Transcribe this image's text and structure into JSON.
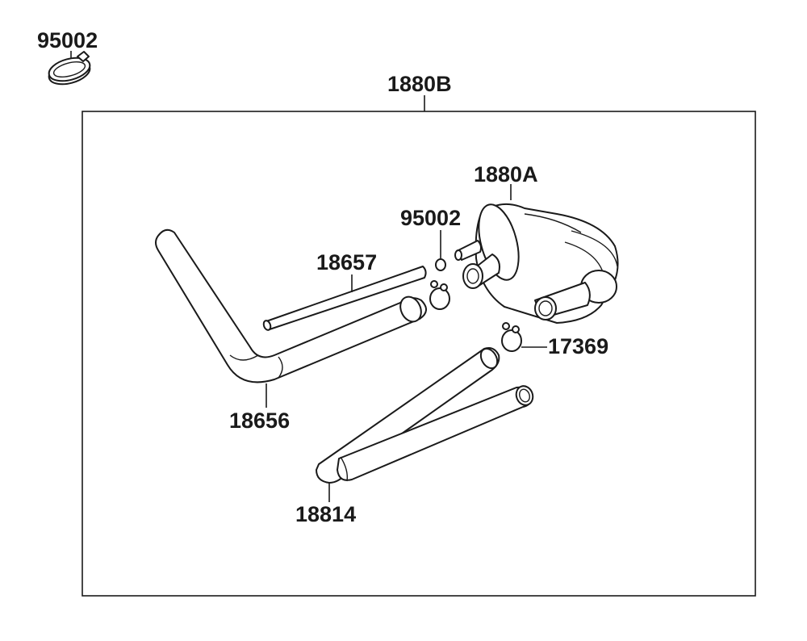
{
  "labels": {
    "clamp_outside": "95002",
    "assembly": "1880B",
    "valve": "1880A",
    "clamp_inside": "95002",
    "hose_thin": "18657",
    "clip": "17369",
    "hose_l": "18656",
    "hose_y": "18814"
  }
}
